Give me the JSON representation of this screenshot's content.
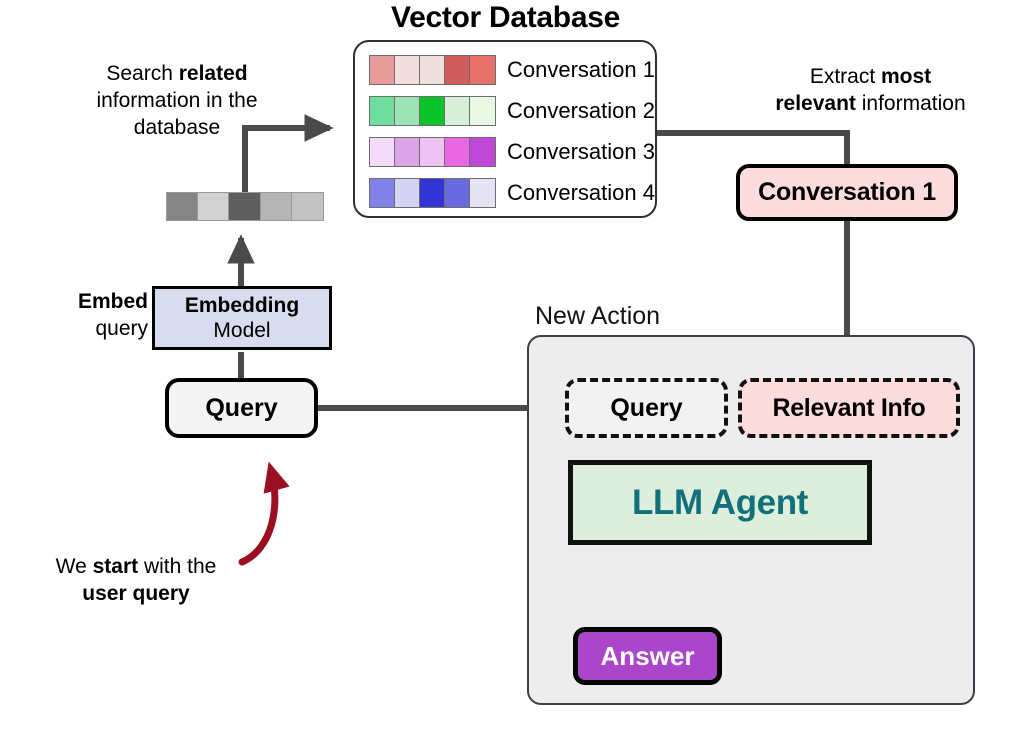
{
  "diagram": {
    "title": "Vector Database",
    "background": "#ffffff"
  },
  "vector_database": {
    "title": "Vector Database",
    "rows": [
      {
        "label": "Conversation 1",
        "swatches": [
          "#e79b9b",
          "#f2dede",
          "#efe0df",
          "#d05c5c",
          "#e8706b"
        ]
      },
      {
        "label": "Conversation 2",
        "swatches": [
          "#6fdd9b",
          "#9ce3b6",
          "#0cc42a",
          "#d8efd9",
          "#e8f8e4"
        ]
      },
      {
        "label": "Conversation 3",
        "swatches": [
          "#f6dcfb",
          "#dca4e8",
          "#eec3f4",
          "#ea68e4",
          "#bf49d6"
        ]
      },
      {
        "label": "Conversation 4",
        "swatches": [
          "#8181e8",
          "#d4d4f2",
          "#3333d6",
          "#6a6ae0",
          "#e4e4f5"
        ]
      }
    ]
  },
  "query_vector": {
    "cells": [
      "#858585",
      "#d2d2d2",
      "#5e5e5e",
      "#b5b5b5",
      "#c2c2c2"
    ]
  },
  "annotations": {
    "search": {
      "line1_plain": "Search ",
      "line1_bold": "related",
      "line2": "information in the",
      "line3": "database"
    },
    "extract": {
      "line1_plain": "Extract ",
      "line1_bold": "most",
      "line2_bold": "relevant",
      "line2_plain": " information"
    },
    "embed": {
      "line1_bold": "Embed",
      "line2": "query"
    },
    "start": {
      "line1_plain_a": "We ",
      "line1_bold": "start",
      "line1_plain_b": " with the",
      "line2_bold": "user query"
    }
  },
  "nodes": {
    "embedding_model": {
      "line1": "Embedding",
      "line2": "Model",
      "fill": "#d9dcef"
    },
    "query_left": {
      "label": "Query",
      "fill": "#f4f4f4"
    },
    "conversation_1": {
      "label": "Conversation 1",
      "fill": "#fcdcdc"
    },
    "query_inner": {
      "label": "Query",
      "fill": "#f2f2f2"
    },
    "relevant_info": {
      "label": "Relevant Info",
      "fill": "#fcdcdc"
    },
    "llm_agent": {
      "label": "LLM Agent",
      "fill": "#ddeedd",
      "text_color": "#12707a"
    },
    "answer": {
      "label": "Answer",
      "fill": "#ab45c9",
      "text_color": "#ffffff"
    }
  },
  "panel": {
    "caption": "New Action",
    "fill": "#ededed"
  },
  "colors": {
    "connector": "#4a4a4a",
    "arrow_dark": "#3f3f3f",
    "red_arrow": "#9b0f22",
    "border": "#000000"
  }
}
